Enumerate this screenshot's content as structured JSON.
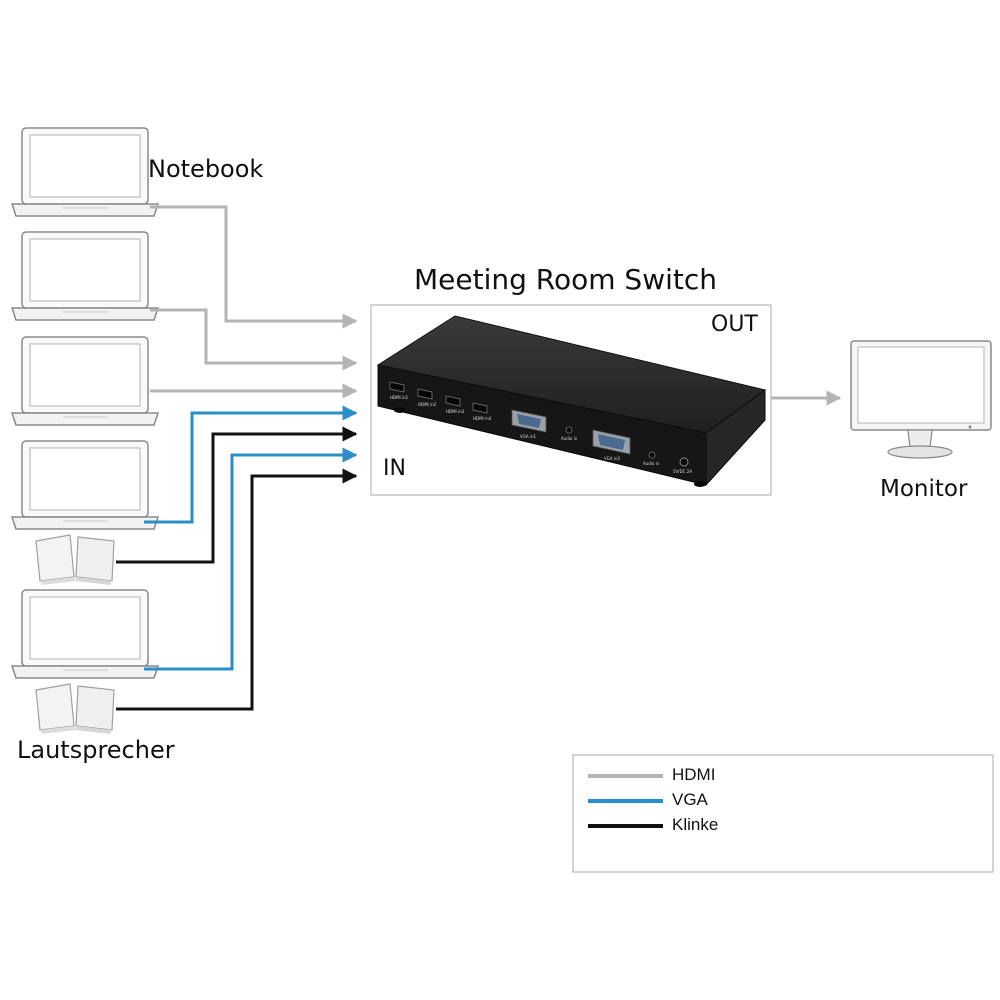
{
  "labels": {
    "notebook": "Notebook",
    "switch_title": "Meeting Room Switch",
    "out": "OUT",
    "in": "IN",
    "monitor": "Monitor",
    "speaker": "Lautsprecher"
  },
  "legend": [
    {
      "label": "HDMI",
      "color": "#b4b4b4"
    },
    {
      "label": "VGA",
      "color": "#2a8fc9"
    },
    {
      "label": "Klinke",
      "color": "#111111"
    }
  ],
  "device_ports": [
    "HDMI in1",
    "HDMI in2",
    "HDMI in3",
    "HDMI in4",
    "VGA in1",
    "Audio in",
    "VGA in2",
    "Audio in",
    "5V/DC 2A"
  ],
  "colors": {
    "hdmi": "#b4b4b4",
    "vga": "#2a8fc9",
    "klinke": "#111111",
    "device": "#2b2b2b"
  }
}
